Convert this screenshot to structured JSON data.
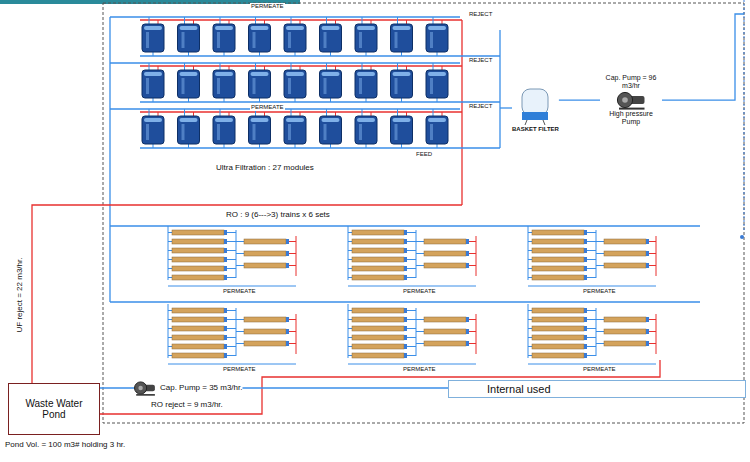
{
  "diagram": {
    "nodes": [
      {
        "text": [
          "BASKET FILTER"
        ]
      },
      {
        "text": [
          "Cap. Pump = 96 m3/hr",
          "High pressure Pump"
        ]
      },
      {
        "text": [
          "Waste Water Pond"
        ]
      },
      {
        "text": [
          "Cap. Pump = 35 m3/hr."
        ]
      },
      {
        "text": [
          "Internal used"
        ]
      }
    ],
    "edges": [
      {
        "from": 1,
        "to": 0,
        "arrow": "none"
      },
      {
        "from": 2,
        "to": 3,
        "arrow": "none"
      },
      {
        "from": 3,
        "to": 4,
        "arrow": "none"
      }
    ],
    "labels": [
      "PERMEATE",
      "REJECT",
      "REJECT",
      "PERMEATE",
      "REJECT",
      "FEED",
      "Ultra Filtration : 27 modules",
      "RO : 9 (6--->3) trains x 6 sets",
      "PERMEATE",
      "PERMEATE",
      "PERMEATE",
      "PERMEATE",
      "PERMEATE",
      "PERMEATE",
      "UF reject = 22 m3/hr.",
      "RO reject = 9 m3/hr.",
      "Pond Vol. = 100 m3# holding 3 hr."
    ]
  }
}
